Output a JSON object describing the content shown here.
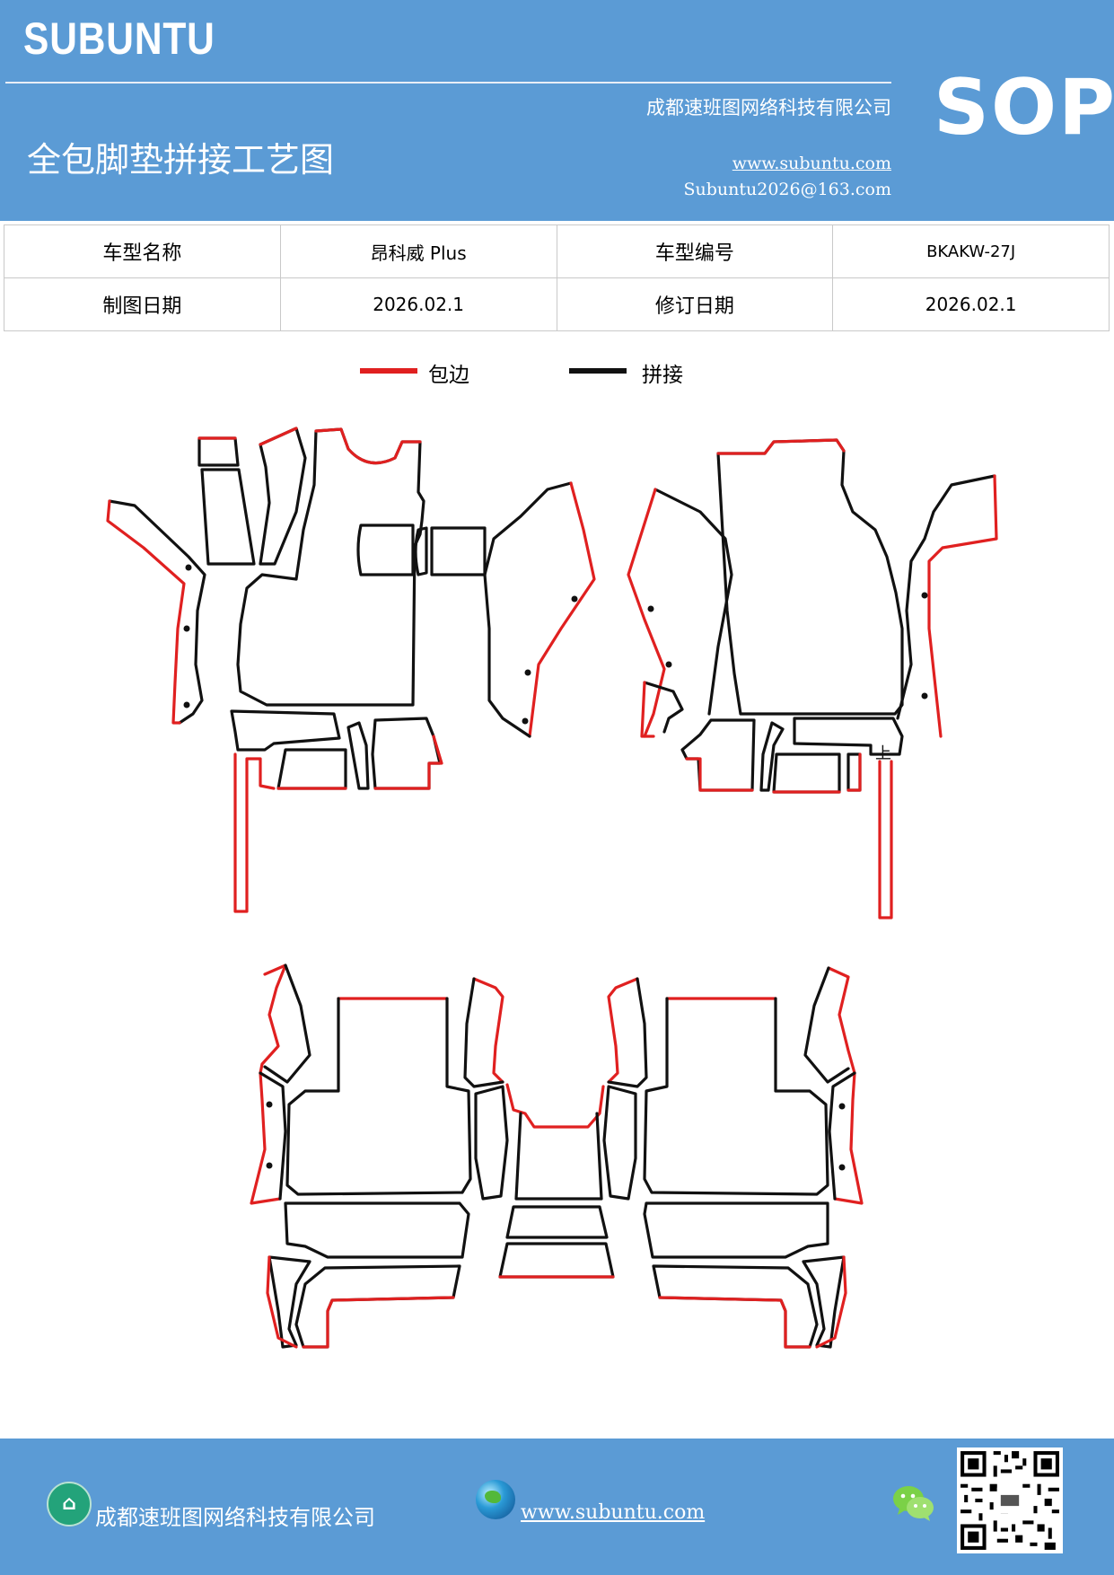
{
  "header": {
    "brand": "SUBUNTU",
    "company": "成都速班图网络科技有限公司",
    "title": "全包脚垫拼接工艺图",
    "website": "www.subuntu.com",
    "email": "Subuntu2026@163.com",
    "sop": "SOP"
  },
  "info_table": {
    "model_name_label": "车型名称",
    "model_name_value": "昂科威 Plus",
    "model_code_label": "车型编号",
    "model_code_value": "BKAKW-27J",
    "draw_date_label": "制图日期",
    "draw_date_value": "2026.02.1",
    "revise_date_label": "修订日期",
    "revise_date_value": "2026.02.1"
  },
  "legend": {
    "edge_label": "包边",
    "edge_color": "#e02020",
    "splice_label": "拼接",
    "splice_color": "#111111"
  },
  "diagram": {
    "marker_text": "上"
  },
  "footer": {
    "company": "成都速班图网络科技有限公司",
    "website": "www.subuntu.com",
    "icons": [
      "building-icon",
      "globe-icon",
      "wechat-icon",
      "qr-code"
    ]
  }
}
